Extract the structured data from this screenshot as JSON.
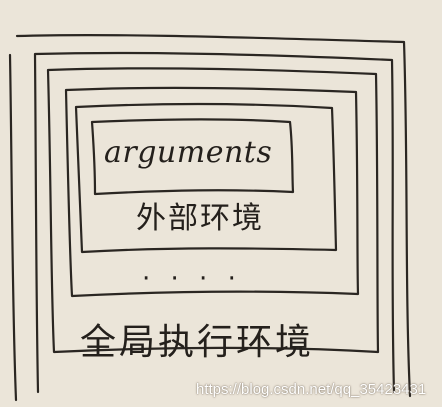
{
  "diagram": {
    "inner_box_label": "arguments",
    "outer_scope_label": "外部环境",
    "ellipsis_label": "· · · ·",
    "global_context_label": "全局执行环境"
  },
  "watermark": {
    "text": "https://blog.csdn.net/qq_35423431"
  }
}
